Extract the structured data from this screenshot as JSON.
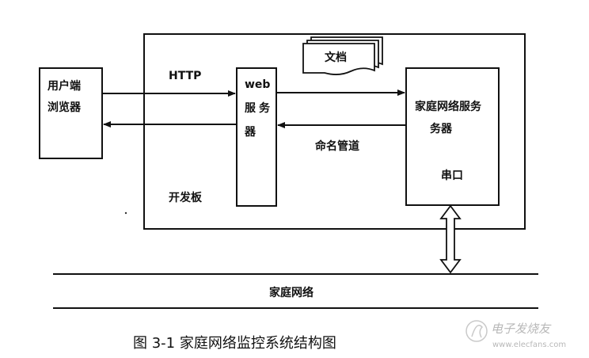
{
  "diagram": {
    "user_browser": {
      "line1": "用户端",
      "line2": "浏览器"
    },
    "dev_board": {
      "label": "开发板"
    },
    "web_server": {
      "line1": "web",
      "line2": "服务",
      "line3": "器"
    },
    "document": {
      "label": "文档"
    },
    "home_server": {
      "line1": "家庭网络服务",
      "line2": "务器",
      "serial": "串口"
    },
    "http_label": "HTTP",
    "pipe_label": "命名管道",
    "home_network": "家庭网络"
  },
  "caption": "图 3-1  家庭网络监控系统结构图",
  "watermark": {
    "brand": "电子发烧友",
    "url": "www.elecfans.com"
  }
}
